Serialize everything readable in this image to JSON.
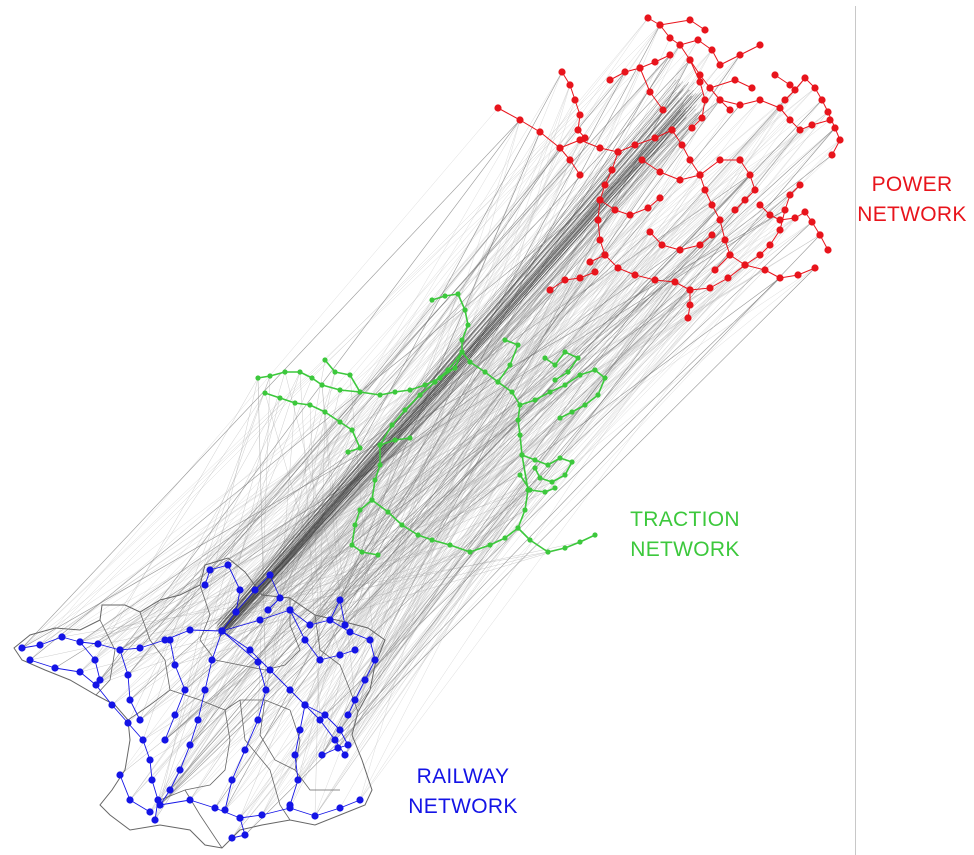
{
  "labels": {
    "power": {
      "line1": "POWER",
      "line2": "NETWORK"
    },
    "traction": {
      "line1": "TRACTION",
      "line2": "NETWORK"
    },
    "railway": {
      "line1": "RAILWAY",
      "line2": "NETWORK"
    }
  },
  "colors": {
    "power": "#e8141c",
    "traction": "#3cc83c",
    "railway": "#1414e6",
    "interlayer_links": "#555555",
    "region_borders": "#666666",
    "divider": "#c8c8c8"
  }
}
